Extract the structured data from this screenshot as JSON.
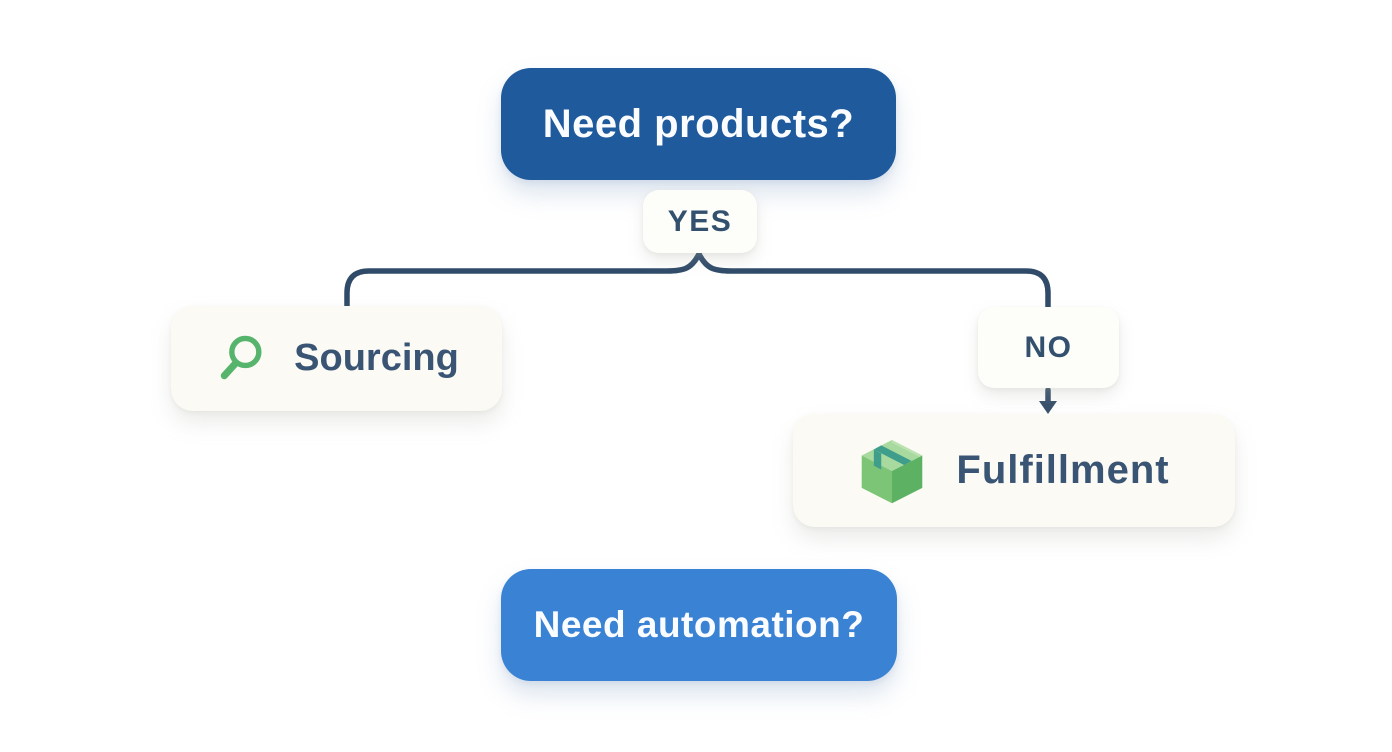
{
  "flowchart": {
    "root": {
      "label": "Need products?"
    },
    "yes_badge": {
      "label": "YES"
    },
    "no_badge": {
      "label": "NO"
    },
    "sourcing_node": {
      "label": "Sourcing",
      "icon": "magnifier-icon"
    },
    "fulfillment_node": {
      "label": "Fulfillment",
      "icon": "package-icon"
    },
    "footer": {
      "label": "Need automation?"
    }
  },
  "colors": {
    "root_box_blue": "#1e5a9c",
    "footer_box_blue": "#3a82d4",
    "connector_slate": "#2f4b69",
    "label_slate": "#3a5574",
    "card_background": "#fbfaf4",
    "icon_green": "#57b46c",
    "package_top_green": "#a8d99f",
    "package_left_green": "#7cc577",
    "package_right_green": "#5cb163",
    "package_tape_teal": "#3f9d8c"
  }
}
